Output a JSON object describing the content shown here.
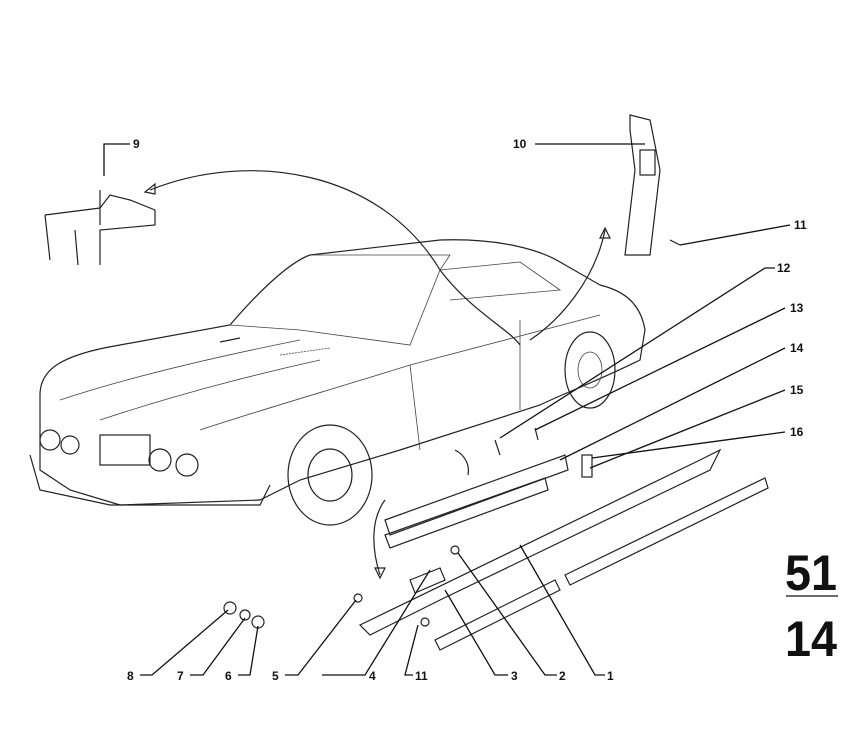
{
  "diagram": {
    "group_number": "51",
    "subgroup_number": "14",
    "callouts": {
      "c1": "1",
      "c2": "2",
      "c3": "3",
      "c4": "4",
      "c5": "5",
      "c6": "6",
      "c7": "7",
      "c8": "8",
      "c9": "9",
      "c10": "10",
      "c11_top": "11",
      "c11_bottom": "11",
      "c12": "12",
      "c13": "13",
      "c14": "14",
      "c15": "15",
      "c16": "16"
    }
  }
}
